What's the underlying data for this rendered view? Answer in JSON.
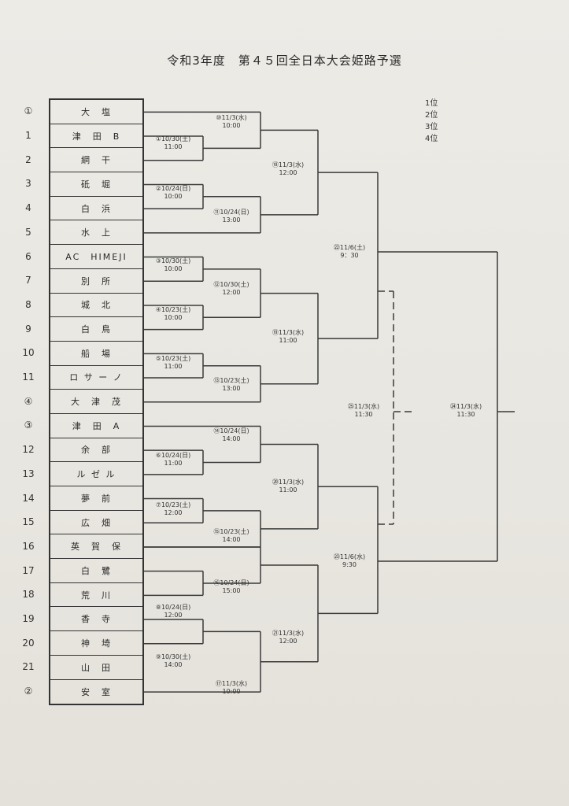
{
  "title": "令和3年度　第４５回全日本大会姫路予選",
  "ranks": [
    "1位",
    "2位",
    "3位",
    "4位"
  ],
  "seeds": [
    "①",
    "1",
    "2",
    "3",
    "4",
    "5",
    "6",
    "7",
    "8",
    "9",
    "10",
    "11",
    "④",
    "③",
    "12",
    "13",
    "14",
    "15",
    "16",
    "17",
    "18",
    "19",
    "20",
    "21",
    "②"
  ],
  "teams": [
    "大　塩",
    "津　田　B",
    "網　干",
    "砥　堀",
    "白　浜",
    "水　上",
    "AC　HIMEJI",
    "別　所",
    "城　北",
    "白　鳥",
    "船　場",
    "ロ サ ー ノ",
    "大　津　茂",
    "津　田　A",
    "余　部",
    "ル ゼ ル",
    "夢　前",
    "広　畑",
    "英　賀　保",
    "白　鷺",
    "荒　川",
    "香　寺",
    "神　埼",
    "山　田",
    "安　室"
  ],
  "matches": {
    "m1": {
      "no": "①",
      "date": "10/30(土)",
      "time": "11:00"
    },
    "m2": {
      "no": "②",
      "date": "10/24(日)",
      "time": "10:00"
    },
    "m3": {
      "no": "③",
      "date": "10/30(土)",
      "time": "10:00"
    },
    "m4": {
      "no": "④",
      "date": "10/23(土)",
      "time": "10:00"
    },
    "m5": {
      "no": "⑤",
      "date": "10/23(土)",
      "time": "11:00"
    },
    "m6": {
      "no": "⑥",
      "date": "10/24(日)",
      "time": "11:00"
    },
    "m7": {
      "no": "⑦",
      "date": "10/23(土)",
      "time": "12:00"
    },
    "m8": {
      "no": "⑧",
      "date": "10/24(日)",
      "time": "12:00"
    },
    "m9": {
      "no": "⑨",
      "date": "10/30(土)",
      "time": "14:00"
    },
    "m10": {
      "no": "⑩",
      "date": "11/3(水)",
      "time": "10:00"
    },
    "m11": {
      "no": "⑪",
      "date": "10/24(日)",
      "time": "13:00"
    },
    "m12": {
      "no": "⑫",
      "date": "10/30(土)",
      "time": "12:00"
    },
    "m13": {
      "no": "⑬",
      "date": "10/23(土)",
      "time": "13:00"
    },
    "m14": {
      "no": "⑭",
      "date": "10/24(日)",
      "time": "14:00"
    },
    "m15": {
      "no": "⑮",
      "date": "10/23(土)",
      "time": "14:00"
    },
    "m16": {
      "no": "⑯",
      "date": "10/24(日)",
      "time": "15:00"
    },
    "m17": {
      "no": "⑰",
      "date": "11/3(水)",
      "time": "10:00"
    },
    "m18": {
      "no": "⑱",
      "date": "11/3(水)",
      "time": "12:00"
    },
    "m19": {
      "no": "⑲",
      "date": "11/3(水)",
      "time": "11:00"
    },
    "m20": {
      "no": "⑳",
      "date": "11/3(水)",
      "time": "11:00"
    },
    "m21": {
      "no": "㉑",
      "date": "11/3(水)",
      "time": "12:00"
    },
    "m22": {
      "no": "㉒",
      "date": "11/6(土)",
      "time": "9：30"
    },
    "m23": {
      "no": "㉓",
      "date": "11/6(水)",
      "time": "9:30"
    },
    "m24": {
      "no": "㉔",
      "date": "11/3(水)",
      "time": "11:30"
    },
    "m25": {
      "no": "㉕",
      "date": "11/3(水)",
      "time": "11:30"
    }
  }
}
